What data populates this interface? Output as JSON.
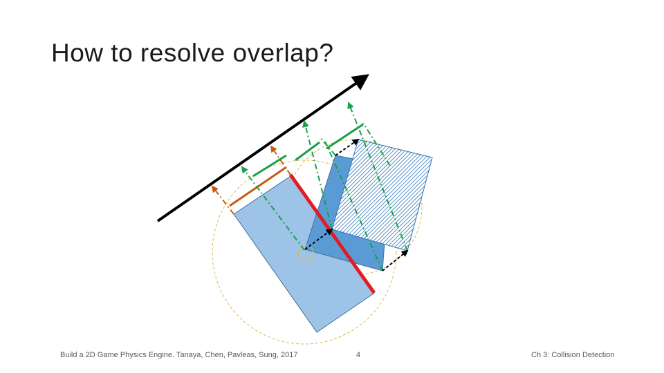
{
  "slide": {
    "title": "How to resolve overlap?",
    "page_number": "4"
  },
  "footer": {
    "left": "Build a 2D Game Physics Engine. Tanaya, Chen, Pavleas, Sung, 2017",
    "center": "4",
    "right": "Ch 3: Collision Detection"
  },
  "colors": {
    "title_text": "#1a1a1a",
    "footer_text": "#595959",
    "axis_line": "#000000",
    "light_rect_fill": "#9dc3e6",
    "mid_rect_fill": "#5b9bd5",
    "rect_stroke": "#41719c",
    "hatch_rect_color": "#2e75b6",
    "bounding_circle": "#e0b84a",
    "projection_green": "#17a04a",
    "projection_orange": "#c55a11",
    "penetration_red": "#e31b23",
    "support_arrow": "#000000"
  }
}
